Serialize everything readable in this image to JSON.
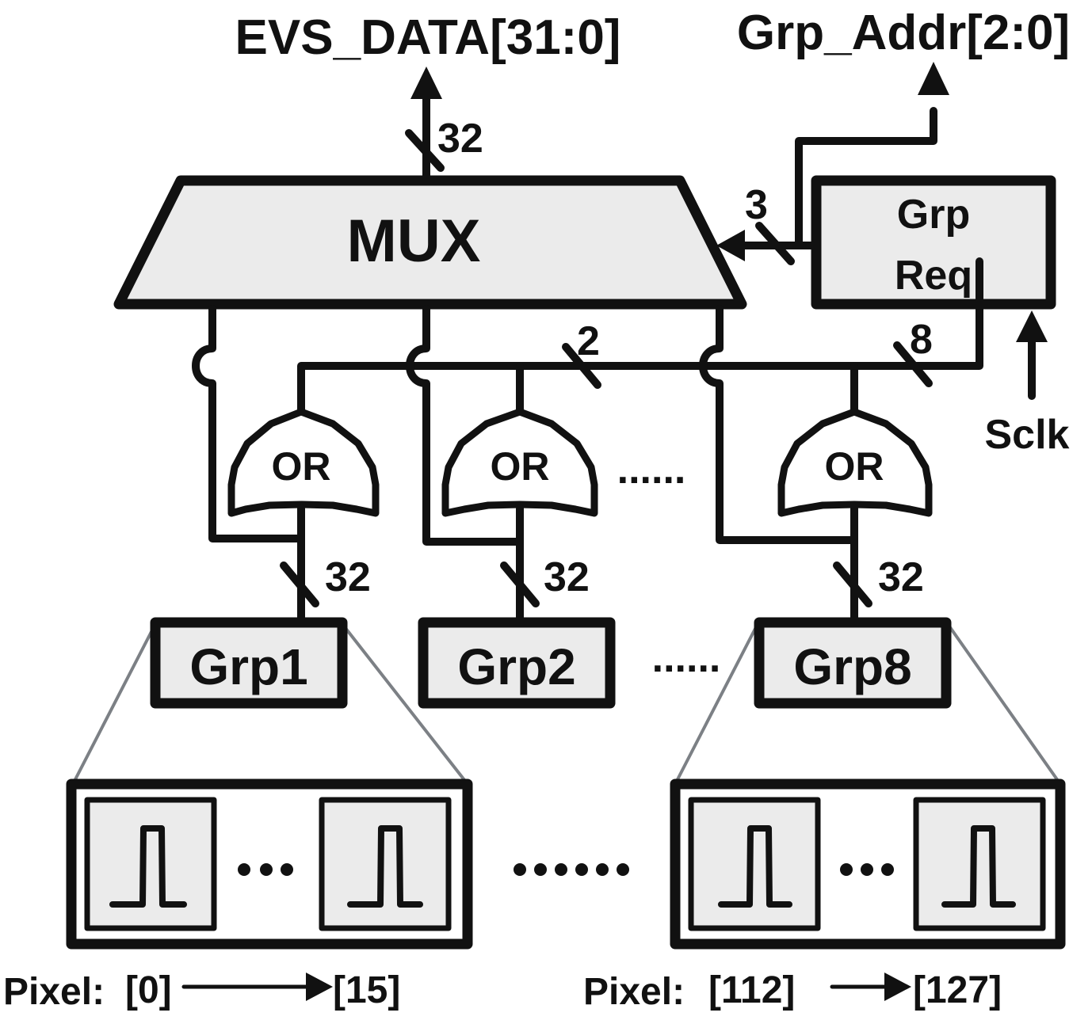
{
  "diagram": {
    "outputs": {
      "evs_data": "EVS_DATA[31:0]",
      "grp_addr": "Grp_Addr[2:0]"
    },
    "blocks": {
      "mux": "MUX",
      "grp_req_line1": "Grp",
      "grp_req_line2": "Req"
    },
    "inputs": {
      "sclk": "Sclk"
    },
    "bus_widths": {
      "mux_out": "32",
      "sel": "3",
      "req_bus": "8",
      "gate_bus": "2",
      "grp1": "32",
      "grp2": "32",
      "grp8": "32"
    },
    "gates": [
      "OR",
      "OR",
      "OR"
    ],
    "groups": [
      "Grp1",
      "Grp2",
      "Grp8"
    ],
    "ellipsis_gates": "......",
    "ellipsis_groups": "......",
    "ellipsis_pixels": "......",
    "pixel_ranges": [
      {
        "prefix": "Pixel:",
        "start": "[0]",
        "end": "[15]"
      },
      {
        "prefix": "Pixel:",
        "start": "[112]",
        "end": "[127]"
      }
    ],
    "colors": {
      "stroke": "#111111",
      "fill": "#ebebeb",
      "zoom_lines": "#7c8085"
    }
  }
}
